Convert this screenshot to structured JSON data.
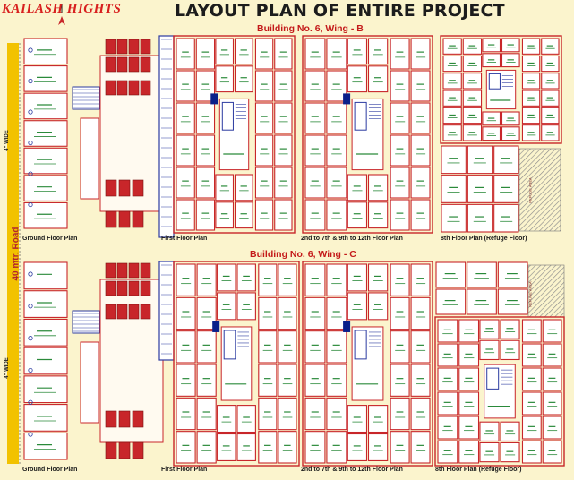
{
  "header": {
    "logo_text": "KAILASH HIGHTS",
    "title": "LAYOUT PLAN OF ENTIRE PROJECT"
  },
  "road": {
    "label": "40 mtr. Road",
    "wide_label_top": "4\" WIDE",
    "wide_label_bottom": "4\" WIDE"
  },
  "wing_b": {
    "title": "Building No. 6, Wing - B",
    "floor_labels": [
      "Ground Floor Plan",
      "First Floor Plan",
      "2nd to 7th & 9th to 12th Floor Plan",
      "8th Floor Plan (Refuge Floor)"
    ],
    "refuge_label": "REFUGE AREA"
  },
  "wing_c": {
    "title": "Building No. 6, Wing - C",
    "floor_labels": [
      "Ground Floor Plan",
      "First Floor Plan",
      "2nd to 7th & 9th to 12th Floor Plan",
      "8th Floor Plan (Refuge Floor)"
    ],
    "refuge_label": "REFUGE AREA"
  },
  "colors": {
    "background": "#fbf4cd",
    "wall": "#c8262a",
    "room_fill": "#ffffff",
    "room_label": "#2a8a3a",
    "title": "#1c1c1c",
    "wing_title": "#c41a1a",
    "road": "#f2c200",
    "core": "#0a1f8a",
    "refuge_hatch": "#8c8c8c"
  }
}
